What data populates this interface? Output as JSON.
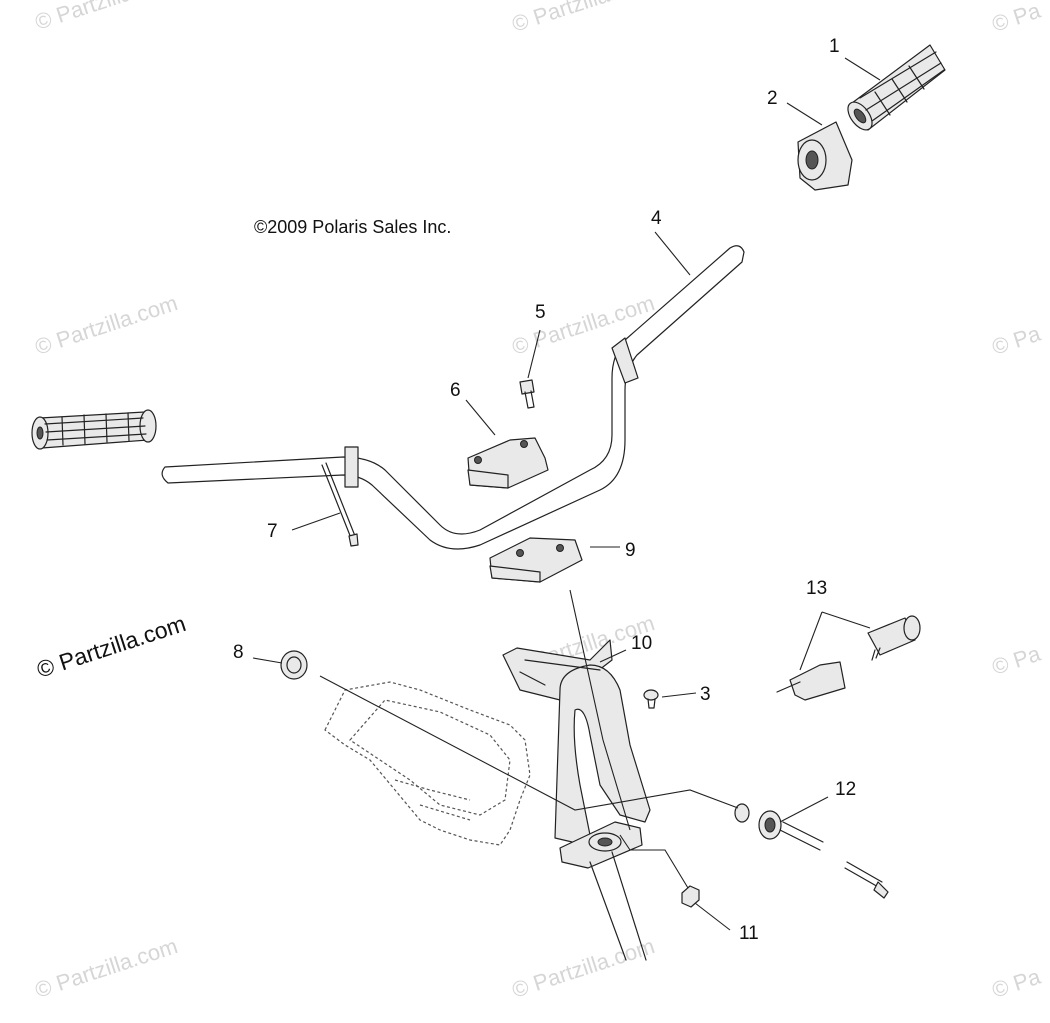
{
  "watermark_text": "Partzilla.com",
  "watermark_short": "Pa",
  "watermark_symbol": "©",
  "brand_text": "© Partzilla.com",
  "copyright": "©2009 Polaris Sales Inc.",
  "callouts": {
    "c1": "1",
    "c2": "2",
    "c3": "3",
    "c4": "4",
    "c5": "5",
    "c6": "6",
    "c7": "7",
    "c8": "8",
    "c9": "9",
    "c10": "10",
    "c11": "11",
    "c12": "12",
    "c13": "13"
  }
}
